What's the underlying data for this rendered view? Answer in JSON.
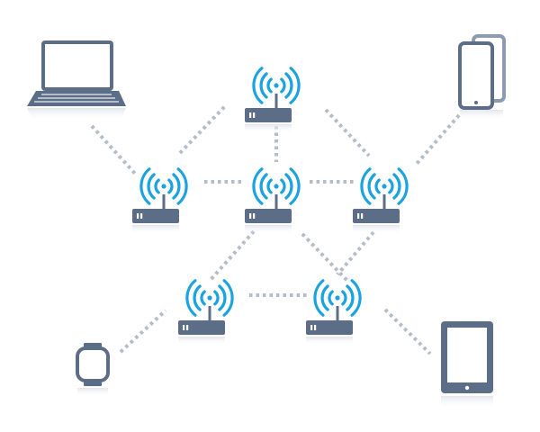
{
  "diagram": {
    "type": "wireless-mesh-network",
    "colors": {
      "device": "#5c6d87",
      "device_light": "#8d9bb0",
      "signal": "#1aa3e0",
      "link": "#b3bcc9",
      "reflection": "#e4e8ee"
    },
    "routers": [
      {
        "id": "router-top",
        "icon": "wifi-router-icon"
      },
      {
        "id": "router-left",
        "icon": "wifi-router-icon"
      },
      {
        "id": "router-center",
        "icon": "wifi-router-icon"
      },
      {
        "id": "router-right",
        "icon": "wifi-router-icon"
      },
      {
        "id": "router-bottom-left",
        "icon": "wifi-router-icon"
      },
      {
        "id": "router-bottom-right",
        "icon": "wifi-router-icon"
      }
    ],
    "devices": [
      {
        "id": "laptop",
        "icon": "laptop-icon"
      },
      {
        "id": "phones",
        "icon": "smartphones-icon"
      },
      {
        "id": "smartwatch",
        "icon": "smartwatch-icon"
      },
      {
        "id": "tablet",
        "icon": "tablet-icon"
      }
    ],
    "links": [
      [
        "laptop",
        "router-left"
      ],
      [
        "router-left",
        "router-top"
      ],
      [
        "router-top",
        "router-center"
      ],
      [
        "router-top",
        "router-right"
      ],
      [
        "phones",
        "router-right"
      ],
      [
        "router-left",
        "router-center"
      ],
      [
        "router-center",
        "router-right"
      ],
      [
        "router-center",
        "router-bottom-left"
      ],
      [
        "router-center",
        "router-bottom-right"
      ],
      [
        "router-right",
        "router-bottom-right"
      ],
      [
        "router-bottom-left",
        "router-bottom-right"
      ],
      [
        "smartwatch",
        "router-bottom-left"
      ],
      [
        "tablet",
        "router-bottom-right"
      ]
    ]
  }
}
